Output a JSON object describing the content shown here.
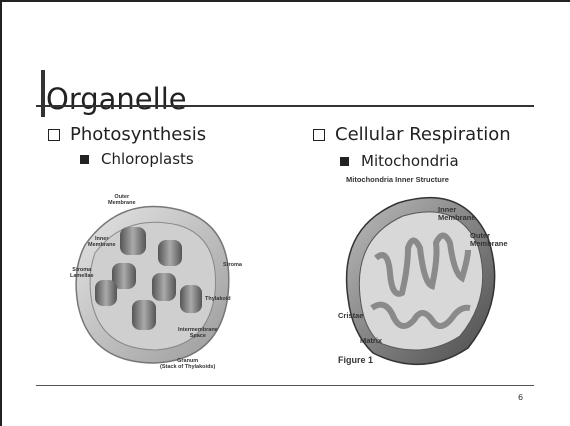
{
  "slide": {
    "title": "Organelle",
    "page_number": "6"
  },
  "left": {
    "bullet": "Photosynthesis",
    "sub_bullet": "Chloroplasts",
    "diagram_labels": {
      "outer": "Outer\nMembrane",
      "inner": "Inner\nMembrane",
      "stroma": "Stroma",
      "stroma_lamellae": "Stroma\nLamellae",
      "thylakoid": "Thylakoid",
      "intermembrane": "Intermembrane\nSpace",
      "granum": "Granum\n(Stack of Thylakoids)"
    }
  },
  "right": {
    "bullet": "Cellular Respiration",
    "sub_bullet": "Mitochondria",
    "diagram_title": "Mitochondria Inner Structure",
    "diagram_labels": {
      "inner": "Inner\nMembrane",
      "outer": "Outer\nMembrane",
      "cristae": "Cristae",
      "matrix": "Matrix"
    },
    "figure_caption": "Figure 1"
  }
}
